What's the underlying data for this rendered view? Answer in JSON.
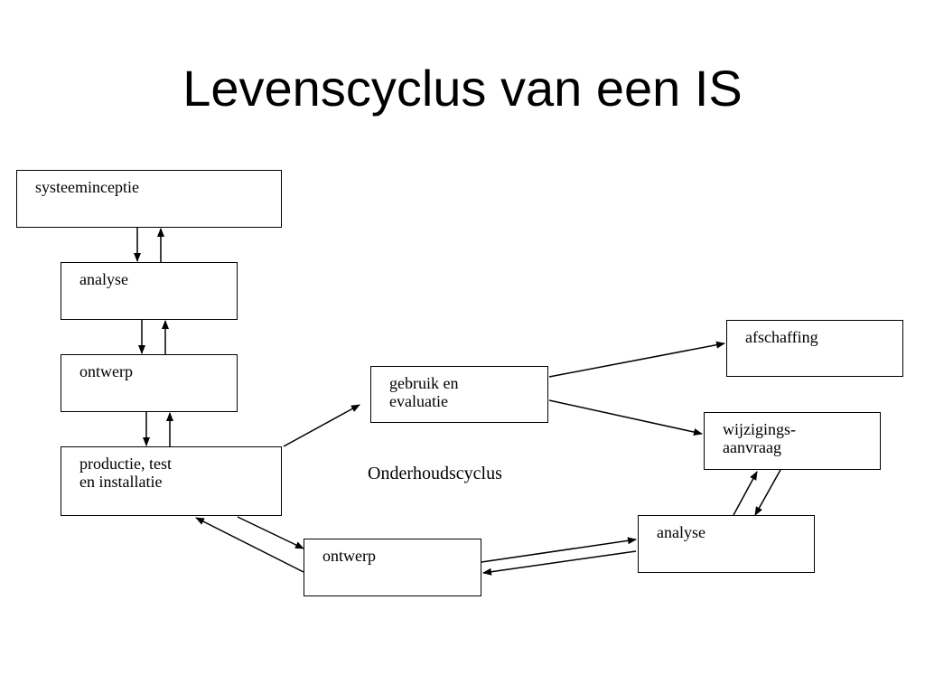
{
  "title": "Levenscyclus van een IS",
  "boxes": {
    "systeeminceptie": "systeeminceptie",
    "analyse_main": "analyse",
    "ontwerp_main": "ontwerp",
    "productie": "productie, test\nen installatie",
    "gebruik": "gebruik en\nevaluatie",
    "afschaffing": "afschaffing",
    "wijzigingsaanvraag": "wijzigings-\naanvraag",
    "analyse_cycle": "analyse",
    "ontwerp_cycle": "ontwerp"
  },
  "cycle_label": "Onderhoudscyclus",
  "colors": {
    "line": "#000000",
    "background": "#ffffff"
  }
}
